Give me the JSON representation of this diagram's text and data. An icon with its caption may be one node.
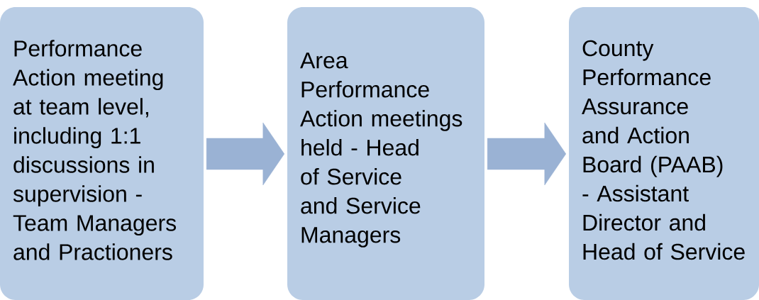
{
  "diagram": {
    "nodes": [
      {
        "text": [
          "Performance Action meeting at team level, including 1:1 discussions in supervision - Team Managers and Practioners"
        ]
      },
      {
        "text": [
          "Area Performance Action meetings held - Head of Service and Service Managers"
        ]
      },
      {
        "text": [
          "County Performance Assurance and Action Board (PAAB) - Assistant Director and Head of Service"
        ]
      }
    ],
    "edges": [
      {
        "from": 0,
        "to": 1,
        "arrow": "to"
      },
      {
        "from": 1,
        "to": 2,
        "arrow": "to"
      }
    ]
  }
}
